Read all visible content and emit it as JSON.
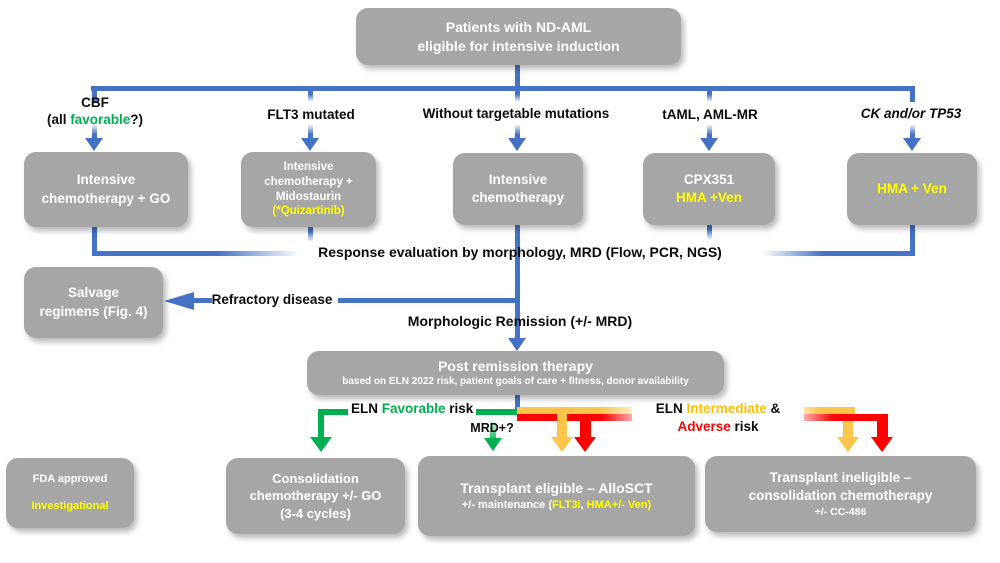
{
  "colors": {
    "box_gray": "#A6A6A6",
    "arrow_blue": "#4472C4",
    "green": "#00B050",
    "yellow_arrow": "#FDC64B",
    "red": "#FF0000",
    "yellow_text": "#FFFF00",
    "intermediate_orange": "#FFC000"
  },
  "top_box": {
    "line1": "Patients with ND-AML",
    "line2": "eligible for intensive induction"
  },
  "branches": {
    "cbf": {
      "label_line1": "CBF",
      "label_pre": "(all ",
      "label_green": "favorable",
      "label_post": "?)",
      "box_line1": "Intensive",
      "box_line2": "chemotherapy + GO"
    },
    "flt3": {
      "label": "FLT3 mutated",
      "box_line1": "Intensive",
      "box_line2": "chemotherapy +",
      "box_line3": "Midostaurin",
      "box_line4": "(*Quizartinib)"
    },
    "no_target": {
      "label": "Without targetable mutations",
      "box_line1": "Intensive",
      "box_line2": "chemotherapy"
    },
    "taml": {
      "label": "tAML, AML-MR",
      "box_line1": "CPX351",
      "box_line2": "HMA +Ven"
    },
    "ck_tp53": {
      "label": "CK and/or TP53",
      "box_line1": "HMA + Ven"
    }
  },
  "middle": {
    "response_evaluation": "Response evaluation by morphology, MRD (Flow, PCR, NGS)",
    "refractory_label": "Refractory disease",
    "salvage_line1": "Salvage",
    "salvage_line2": "regimens (Fig. 4)",
    "morphologic_remission": "Morphologic Remission (+/- MRD)"
  },
  "post_remission": {
    "title": "Post remission therapy",
    "subtitle": "based on ELN 2022 risk,  patient goals of care + fitness, donor availability"
  },
  "risk": {
    "favorable_pre": "ELN ",
    "favorable_word": "Favorable",
    "favorable_post": " risk",
    "mrd_label": "MRD+?",
    "intermediate_pre": "ELN ",
    "intermediate_word": "Intermediate",
    "intermediate_post": " &",
    "adverse_word": "Adverse",
    "adverse_post": " risk"
  },
  "outcomes": {
    "consolidation": {
      "line1": "Consolidation",
      "line2": "chemotherapy +/- GO",
      "line3": "(3-4 cycles)"
    },
    "transplant_eligible": {
      "line1": "Transplant eligible – AlloSCT",
      "line2_pre": "+/- maintenance (",
      "line2_flt3i": "FLT3i",
      "line2_mid": ", ",
      "line2_hma": "HMA+/- Ven)"
    },
    "transplant_ineligible": {
      "line1": "Transplant ineligible –",
      "line2": "consolidation chemotherapy",
      "line3": "+/- CC-486"
    }
  },
  "legend": {
    "fda": "FDA approved",
    "investigational": "Investigational"
  }
}
